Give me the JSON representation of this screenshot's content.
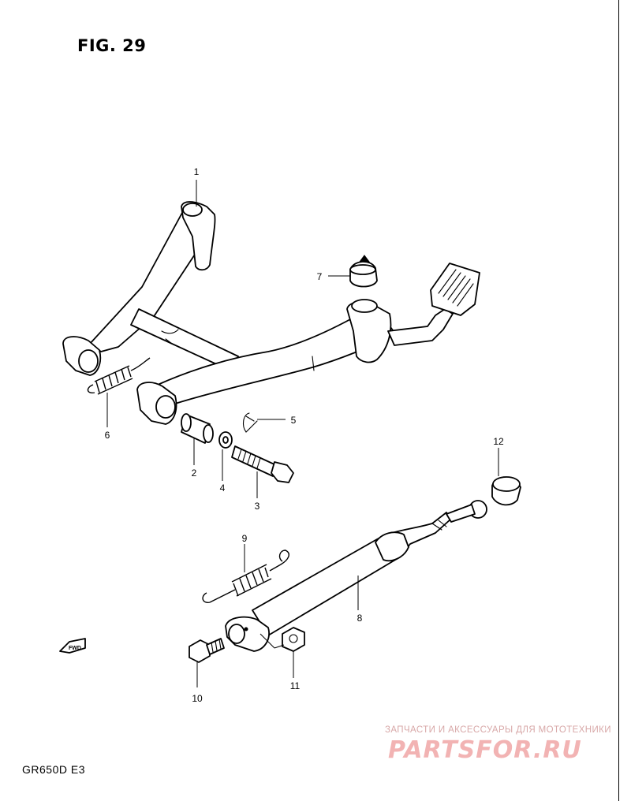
{
  "figure_title": "FIG. 29",
  "model_code": "GR650D  E3",
  "fwd_marker": "FWD",
  "watermark": {
    "line": "ЗАПЧАСТИ И АКСЕССУАРЫ ДЛЯ МОТОТЕХНИКИ",
    "logo": "PARTSFOR.RU"
  },
  "callouts": [
    {
      "number": "1",
      "part": "center-stand"
    },
    {
      "number": "2",
      "part": "stand-shaft-spacer"
    },
    {
      "number": "3",
      "part": "stand-bolt"
    },
    {
      "number": "4",
      "part": "washer"
    },
    {
      "number": "5",
      "part": "cotter-pin"
    },
    {
      "number": "6",
      "part": "center-stand-spring"
    },
    {
      "number": "7",
      "part": "stand-stopper-rubber"
    },
    {
      "number": "8",
      "part": "side-stand"
    },
    {
      "number": "9",
      "part": "side-stand-spring"
    },
    {
      "number": "10",
      "part": "side-stand-bolt"
    },
    {
      "number": "11",
      "part": "side-stand-nut"
    },
    {
      "number": "12",
      "part": "side-stand-rubber-cap"
    }
  ]
}
